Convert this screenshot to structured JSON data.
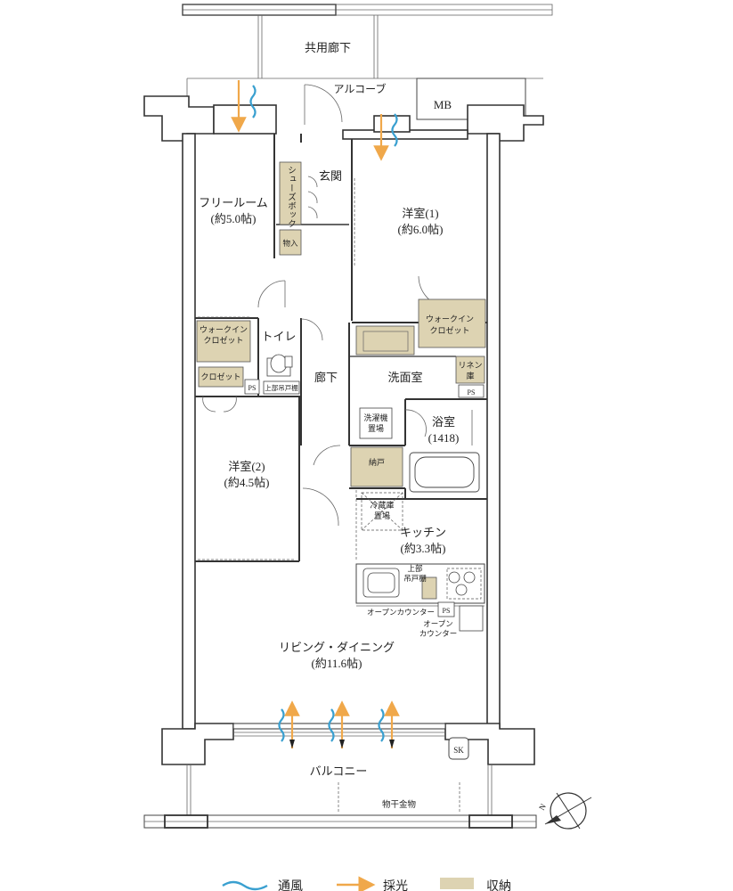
{
  "rooms": {
    "common_corridor": "共用廊下",
    "alcove": "アルコーブ",
    "mb": "MB",
    "entrance": "玄関",
    "shoes_box": "シューズボックス",
    "storage_small": "物入",
    "free_room": "フリールーム",
    "free_room_size": "(約5.0帖)",
    "western1": "洋室(1)",
    "western1_size": "(約6.0帖)",
    "wic_left": [
      "ウォークイン",
      "クロゼット"
    ],
    "wic_right": [
      "ウォークイン",
      "クロゼット"
    ],
    "toilet": "トイレ",
    "closet": "クロゼット",
    "ps1": "PS",
    "upper_cabinet1": "上部吊戸棚",
    "hallway": "廊下",
    "washroom": "洗面室",
    "linen": [
      "リネン",
      "庫"
    ],
    "ps2": "PS",
    "washer": [
      "洗濯機",
      "置場"
    ],
    "bath": "浴室",
    "bath_size": "(1418)",
    "western2": "洋室(2)",
    "western2_size": "(約4.5帖)",
    "pantry": "納戸",
    "fridge": [
      "冷蔵庫",
      "置場"
    ],
    "kitchen": "キッチン",
    "kitchen_size": "(約3.3帖)",
    "upper_cabinet2": [
      "上部",
      "吊戸棚"
    ],
    "open_counter1": "オープンカウンター",
    "ps3": "PS",
    "open_counter2": [
      "オープン",
      "カウンター"
    ],
    "living": "リビング・ダイニング",
    "living_size": "(約11.6帖)",
    "sk": "SK",
    "balcony": "バルコニー",
    "drying_hardware": "物干金物",
    "compass": "N"
  },
  "legend": {
    "ventilation": "通風",
    "daylight": "採光",
    "storage": "収納"
  },
  "colors": {
    "ventilation": "#3aa0d0",
    "daylight": "#f0a84a",
    "storage": "#ddd3b2",
    "wall": "#333333"
  }
}
